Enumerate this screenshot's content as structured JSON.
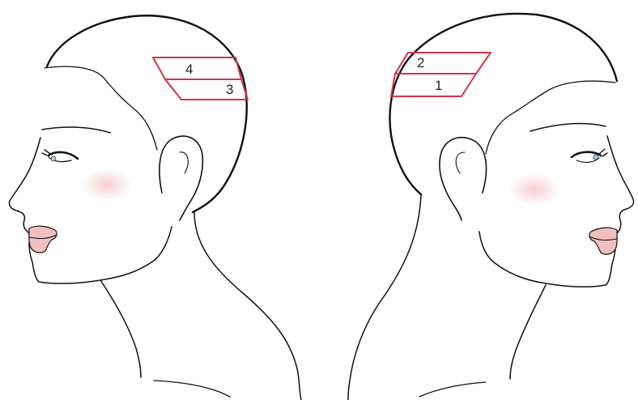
{
  "colors": {
    "outline": "#111111",
    "section_lines": "#d3344a",
    "lips": "#f0bfc0",
    "blush": "#f7d7d7",
    "iris": "#9fd3ea"
  },
  "left_head": {
    "sections": [
      {
        "label": "4"
      },
      {
        "label": "3"
      }
    ]
  },
  "right_head": {
    "sections": [
      {
        "label": "2"
      },
      {
        "label": "1"
      }
    ]
  }
}
